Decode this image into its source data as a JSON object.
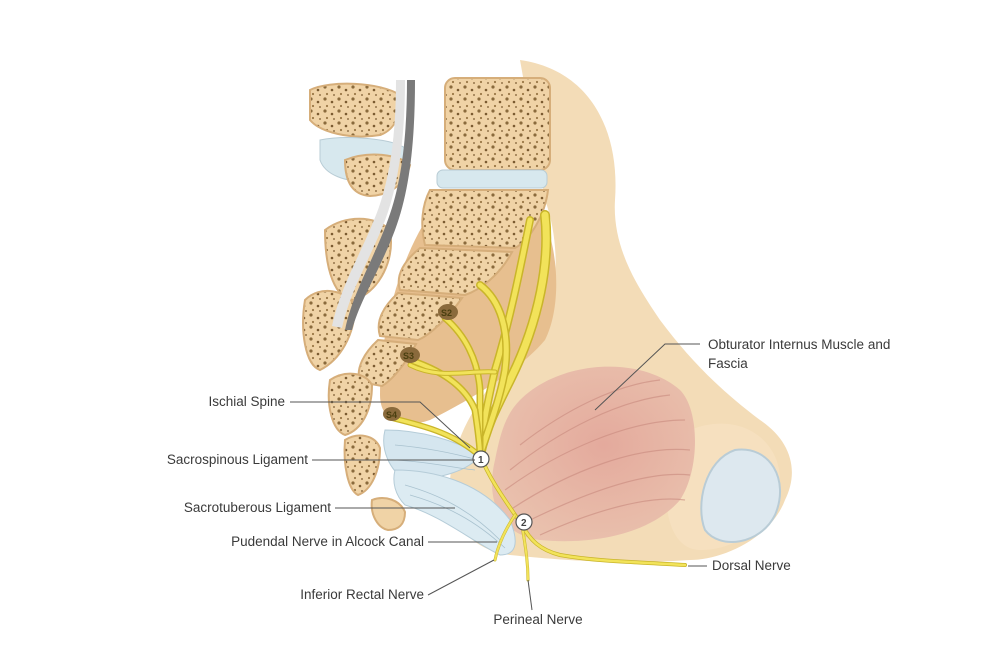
{
  "labels": {
    "obturator_line1": "Obturator Internus Muscle and",
    "obturator_line2": "Fascia",
    "ischial_spine": "Ischial Spine",
    "sacrospinous": "Sacrospinous Ligament",
    "sacrotuberous": "Sacrotuberous Ligament",
    "pudendal": "Pudendal Nerve in Alcock Canal",
    "inferior_rectal": "Inferior Rectal Nerve",
    "perineal": "Perineal Nerve",
    "dorsal": "Dorsal Nerve"
  },
  "segments": {
    "s2": "S2",
    "s3": "S3",
    "s4": "S4"
  },
  "markers": {
    "one": "1",
    "two": "2"
  },
  "colors": {
    "bone": "#f2d6ad",
    "bone_dark": "#e2b986",
    "bone_edge": "#c9975f",
    "disc": "#d7e8ee",
    "nerve": "#f2e35a",
    "nerve_edge": "#c9b52a",
    "muscle": "#d99a8e",
    "ligament": "#d5e6ef"
  }
}
